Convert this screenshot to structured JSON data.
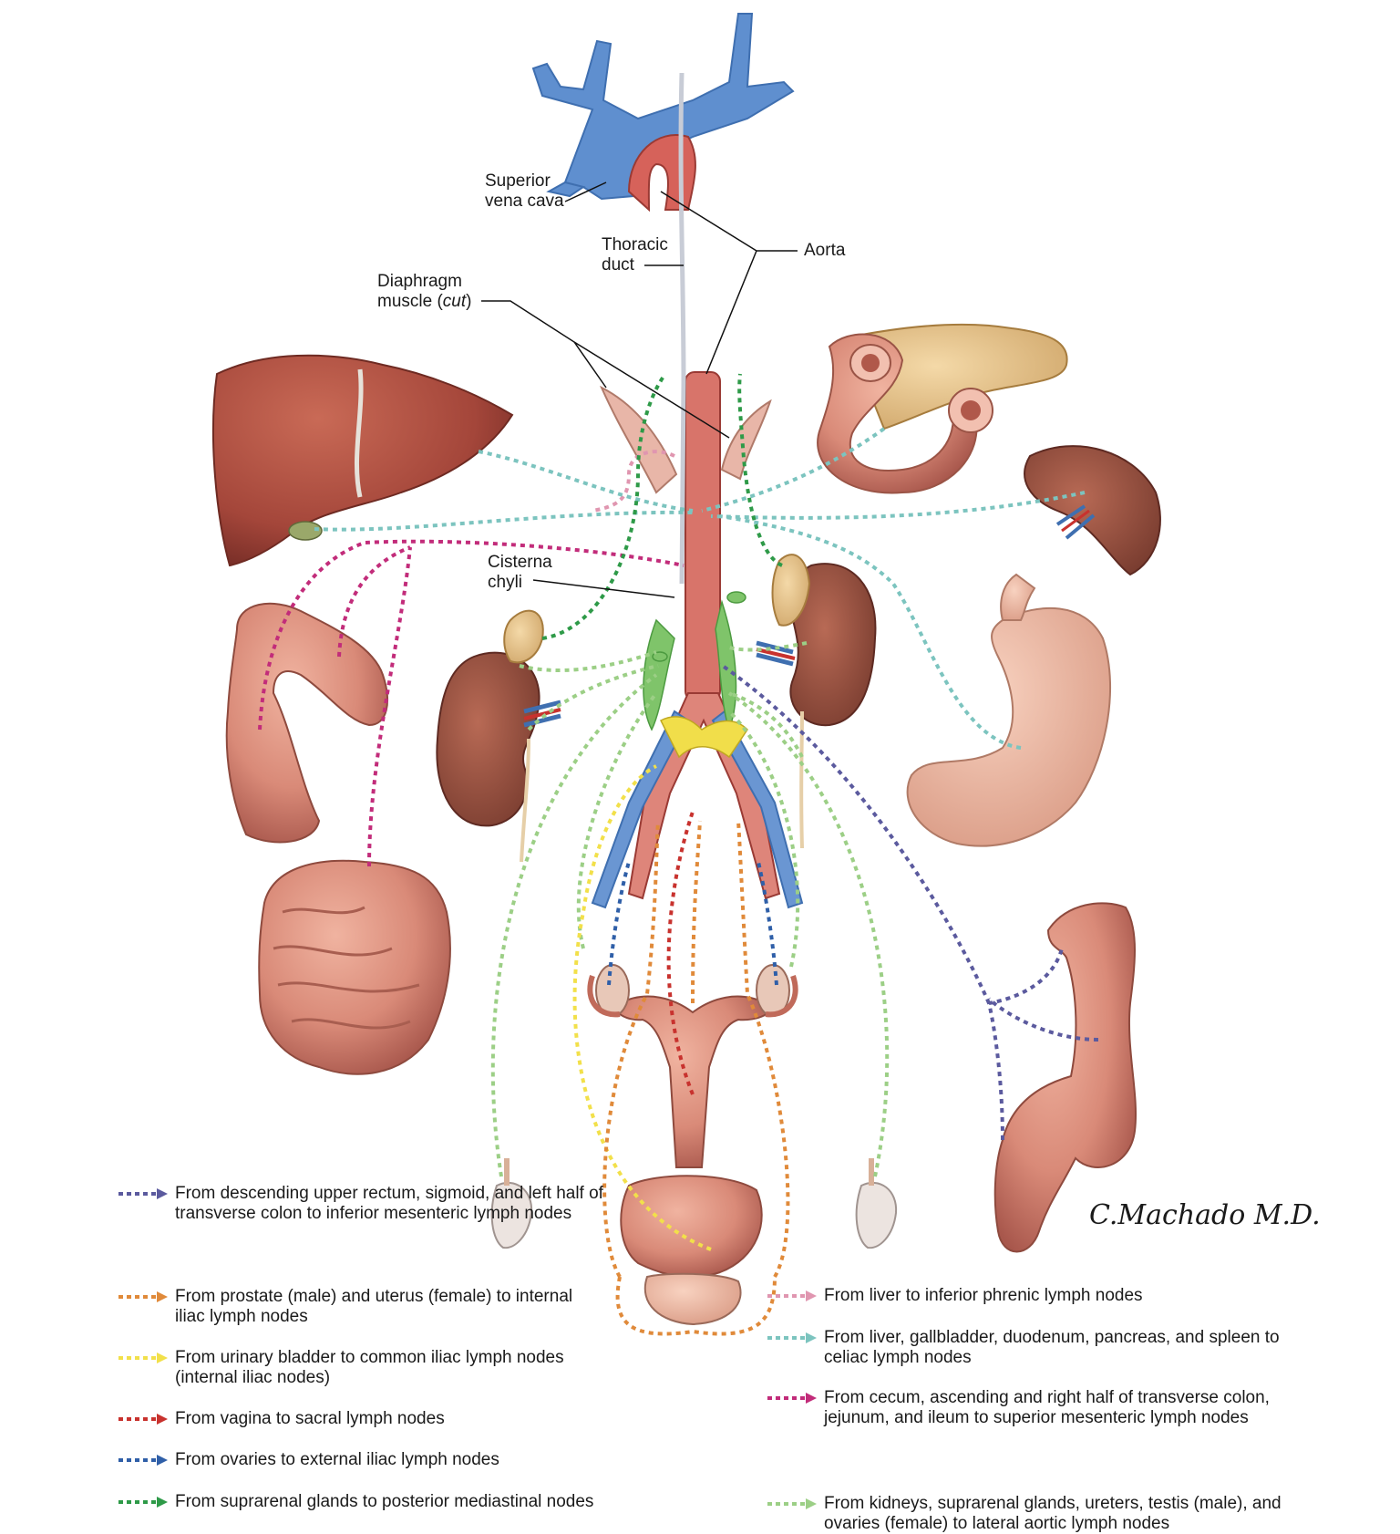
{
  "labels": {
    "superior_vena_cava_1": "Superior",
    "superior_vena_cava_2": "vena cava",
    "thoracic_duct_1": "Thoracic",
    "thoracic_duct_2": "duct",
    "aorta": "Aorta",
    "diaphragm_1": "Diaphragm",
    "diaphragm_2a": "muscle (",
    "diaphragm_2b": "cut",
    "diaphragm_2c": ")",
    "cisterna_1": "Cisterna",
    "cisterna_2": "chyli"
  },
  "legend_left": [
    {
      "color": "#5b5a9e",
      "text": "From descending upper rectum, sigmoid, and left half of transverse colon to inferior mesenteric lymph nodes"
    },
    {
      "color": "#e08a3a",
      "text": "From prostate (male) and uterus (female) to internal iliac lymph nodes"
    },
    {
      "color": "#f2e04a",
      "text": "From urinary bladder to common iliac lymph nodes (internal iliac nodes)"
    },
    {
      "color": "#c8322e",
      "text": "From vagina to sacral lymph nodes"
    },
    {
      "color": "#2f5fa8",
      "text": "From ovaries to external iliac lymph nodes"
    },
    {
      "color": "#2e9a48",
      "text": "From suprarenal glands to posterior mediastinal nodes"
    }
  ],
  "legend_right": [
    {
      "color": "#e096b0",
      "text": "From liver to inferior phrenic lymph nodes"
    },
    {
      "color": "#7cc4bf",
      "text": "From liver, gallbladder, duodenum, pancreas, and spleen to celiac lymph nodes"
    },
    {
      "color": "#c22c7a",
      "text": "From cecum, ascending and right half of transverse colon, jejunum, and ileum to superior mesenteric lymph nodes"
    },
    {
      "color": "#9ccf86",
      "text": "From kidneys, suprarenal glands, ureters, testis (male), and ovaries (female) to lateral aortic lymph nodes"
    }
  ],
  "signature": "C.Machado M.D."
}
